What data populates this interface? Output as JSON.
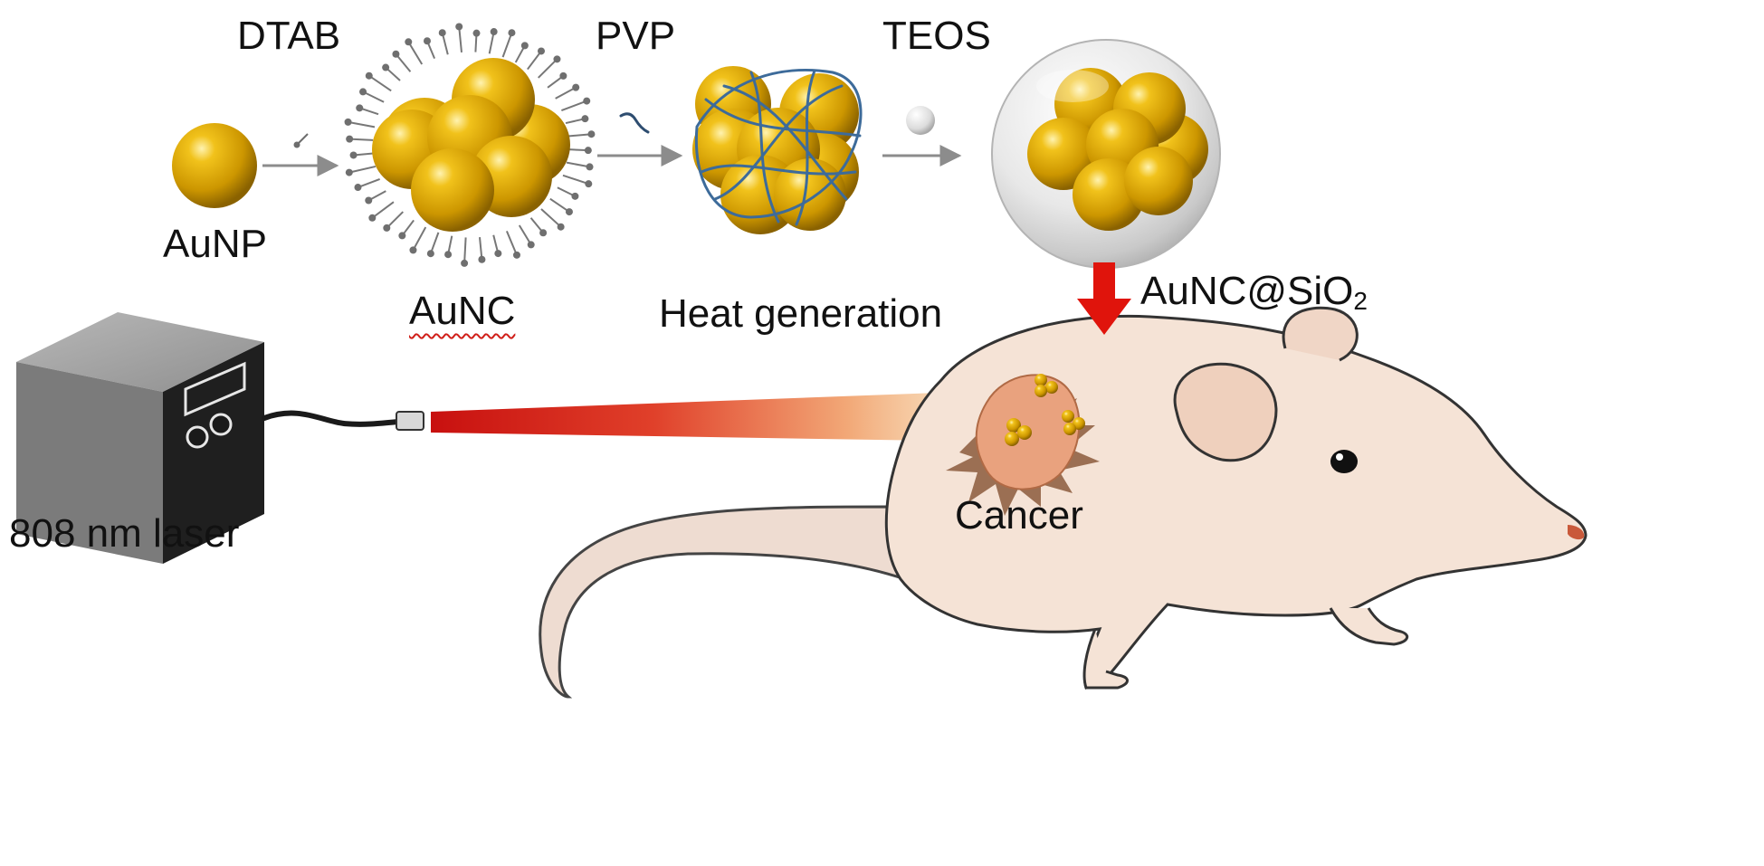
{
  "labels": {
    "dtab": "DTAB",
    "pvp": "PVP",
    "teos": "TEOS",
    "aunp": "AuNP",
    "aunc": "AuNC",
    "heat": "Heat generation",
    "aunc_sio2_base": "AuNC@SiO",
    "aunc_sio2_sub": "2",
    "laser": "808 nm laser",
    "cancer": "Cancer"
  },
  "colors": {
    "gold": "#d9a400",
    "gold_dark": "#a87800",
    "gold_light": "#ffe680",
    "arrow_gray": "#8c8c8c",
    "polymer_blue": "#3d6b9a",
    "red_arrow": "#e0140c",
    "laser_red": "#d81414",
    "mouse_skin": "#f5e3d6",
    "mouse_outline": "#333333",
    "tumor": "#e9a27e",
    "laser_box": "#8a8a8a"
  },
  "icons": {
    "dtab_surfactant": "lollipop-icon",
    "pvp_polymer": "wave-icon",
    "teos_precursor": "sphere-icon"
  }
}
